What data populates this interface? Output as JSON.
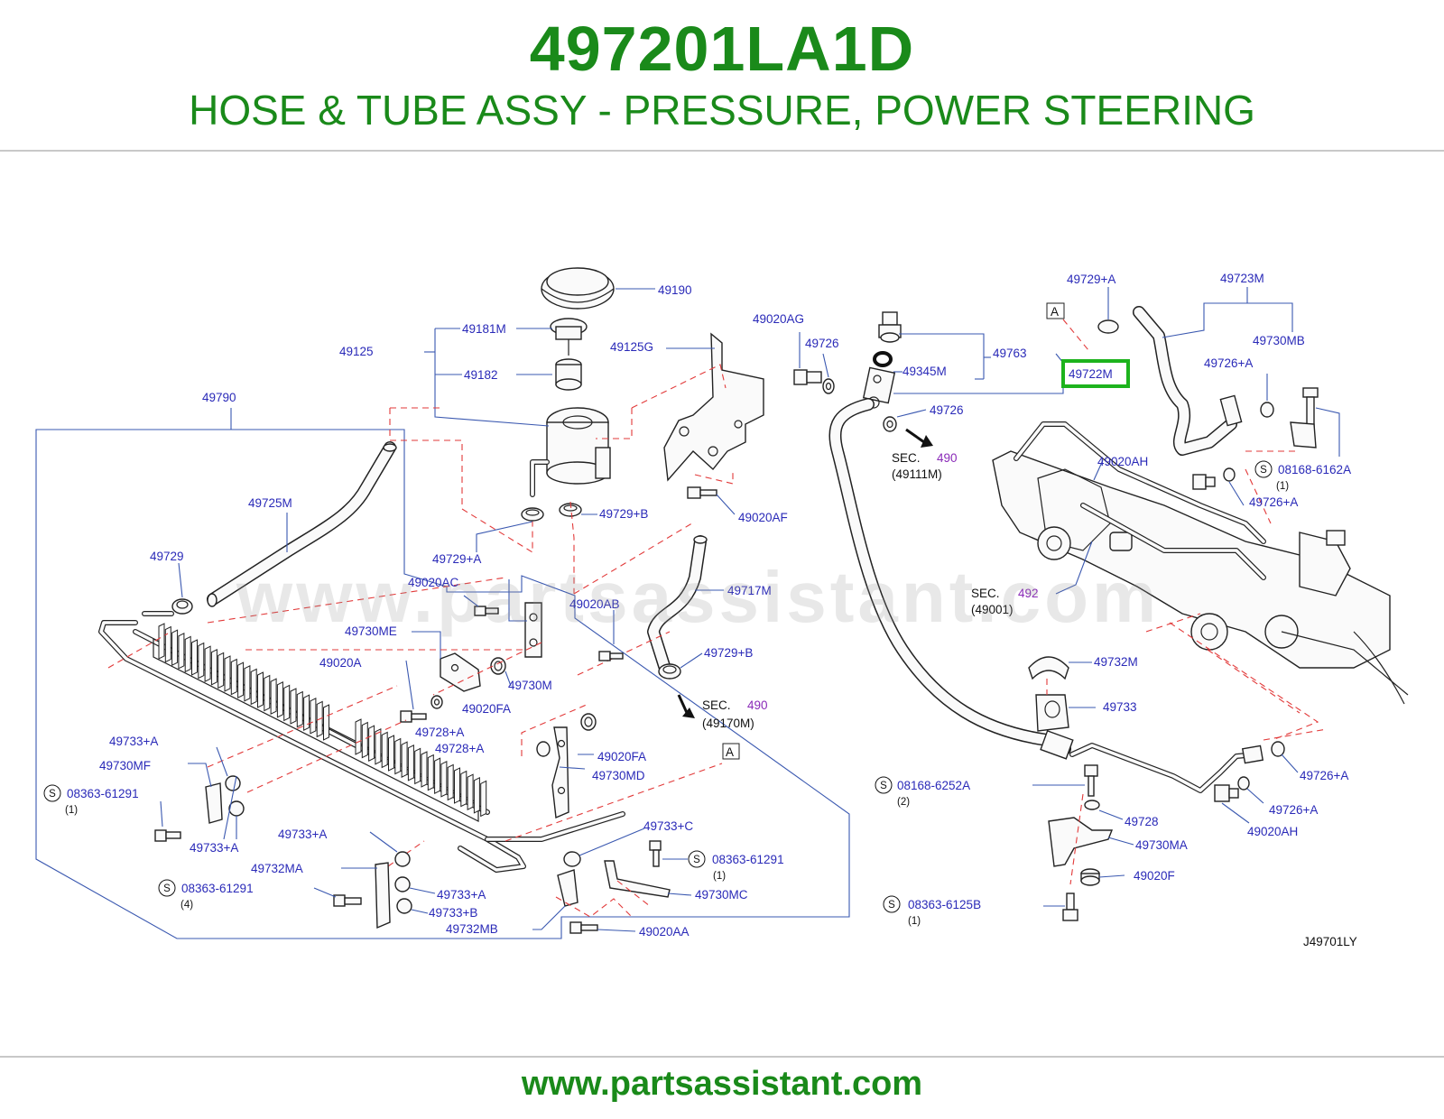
{
  "header": {
    "part_number": "497201LA1D",
    "description": "HOSE & TUBE ASSY - PRESSURE, POWER STEERING"
  },
  "diagram": {
    "code": "J49701LY",
    "watermark": "www.partsassistant.com",
    "highlighted_part": "49722M",
    "highlight_color": "#1db31d",
    "labels": {
      "p49190": "49190",
      "p49181M": "49181M",
      "p49125": "49125",
      "p49182": "49182",
      "p49125G": "49125G",
      "p49790": "49790",
      "p49725M": "49725M",
      "p49729": "49729",
      "p49729B_1": "49729+B",
      "p49729A_1": "49729+A",
      "p49020AF": "49020AF",
      "p49020AC": "49020AC",
      "p49020AB": "49020AB",
      "p49717M": "49717M",
      "p49730ME": "49730ME",
      "p49020A": "49020A",
      "p49730M": "49730M",
      "p49020FA_1": "49020FA",
      "p49729B_2": "49729+B",
      "p49728A": "49728+A",
      "p49728A_2": "49728+A",
      "p49020FA_2": "49020FA",
      "p49730MD": "49730MD",
      "p49733A_1": "49733+A",
      "p49730MF": "49730MF",
      "s08363_1": "08363-61291",
      "s08363_1_qty": "(1)",
      "p49733A_2": "49733+A",
      "p49733A_3": "49733+A",
      "p49732MA": "49732MA",
      "s08363_4": "08363-61291",
      "s08363_4_qty": "(4)",
      "p49733A_4": "49733+A",
      "p49733B": "49733+B",
      "p49732MB": "49732MB",
      "p49733C": "49733+C",
      "s08363_2": "08363-61291",
      "s08363_2_qty": "(1)",
      "p49730MC": "49730MC",
      "p49020AA": "49020AA",
      "p49020AG": "49020AG",
      "p49726_1": "49726",
      "p49345M": "49345M",
      "p49763": "49763",
      "p49726_2": "49726",
      "sec490_a": "SEC.",
      "sec490_a_num": "490",
      "sec490_a_ref": "(49111M)",
      "sec490_b": "SEC.",
      "sec490_b_num": "490",
      "sec490_b_ref": "(49170M)",
      "sec492": "SEC.",
      "sec492_num": "492",
      "sec492_ref": "(49001)",
      "p49729A_2": "49729+A",
      "p49723M": "49723M",
      "p49730MB": "49730MB",
      "p49726A_1": "49726+A",
      "p49020AH_1": "49020AH",
      "s08168_6162A": "08168-6162A",
      "s08168_6162A_qty": "(1)",
      "p49726A_2": "49726+A",
      "p49732M": "49732M",
      "p49733": "49733",
      "s08168_6252A": "08168-6252A",
      "s08168_6252A_qty": "(2)",
      "p49728": "49728",
      "p49730MA": "49730MA",
      "p49020F": "49020F",
      "s08363_6125B": "08363-6125B",
      "s08363_6125B_qty": "(1)",
      "p49726A_3": "49726+A",
      "p49726A_4": "49726+A",
      "p49020AH_2": "49020AH",
      "ref_A": "A",
      "ref_A2": "A",
      "s_mark": "S"
    }
  },
  "footer": {
    "url": "www.partsassistant.com"
  }
}
